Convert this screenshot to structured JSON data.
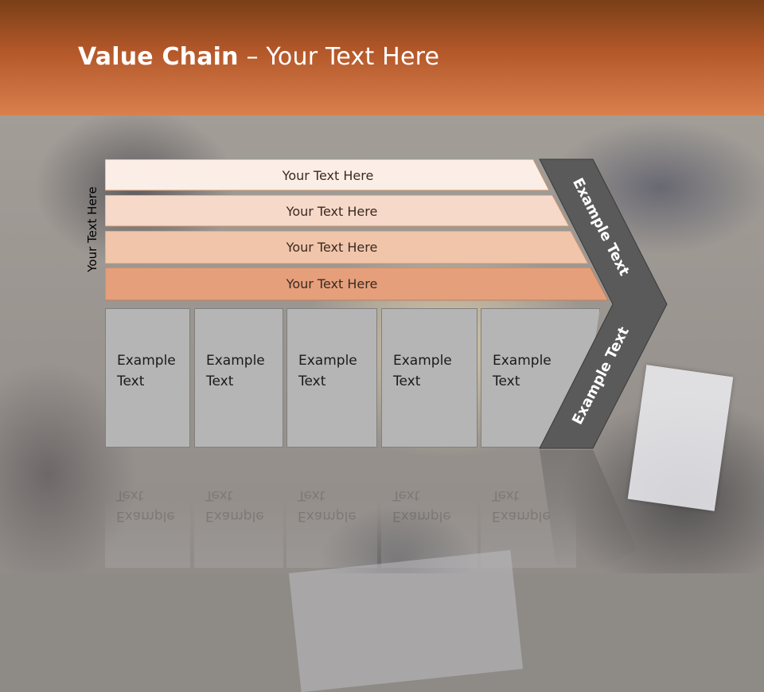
{
  "slide": {
    "title_bold": "Value Chain",
    "title_rest": " – Your Text Here",
    "vertical_label": "Your Text Here"
  },
  "bars": [
    {
      "label": "Your Text Here",
      "color": "#fbeee6"
    },
    {
      "label": "Your Text Here",
      "color": "#f6d9c8"
    },
    {
      "label": "Your Text Here",
      "color": "#f1c5aa"
    },
    {
      "label": "Your Text Here",
      "color": "#e69f7b"
    }
  ],
  "boxes": [
    {
      "line1": "Example",
      "line2": "Text"
    },
    {
      "line1": "Example",
      "line2": "Text"
    },
    {
      "line1": "Example",
      "line2": "Text"
    },
    {
      "line1": "Example",
      "line2": "Text"
    },
    {
      "line1": "Example",
      "line2": "Text"
    }
  ],
  "chevron": {
    "upper_text": "Example Text",
    "lower_text": "Example Text",
    "color": "#5a5a5a"
  }
}
